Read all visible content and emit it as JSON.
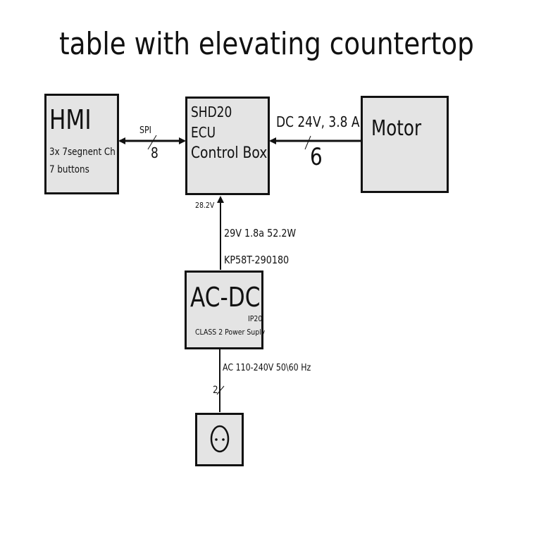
{
  "title": "table with elevating countertop",
  "hmi": {
    "name": "HMI",
    "line1": "3x 7segnent Ch",
    "line2": "7 buttons"
  },
  "ecu": {
    "line1": "SHD20",
    "line2": "ECU",
    "line3": "Control Box"
  },
  "motor": {
    "name": "Motor"
  },
  "acdc": {
    "name": "AC-DC",
    "rating": "IP20",
    "description": "CLASS 2 Power Suply"
  },
  "links": {
    "hmi_ecu": {
      "label": "SPI",
      "count": "8"
    },
    "ecu_motor": {
      "label": "DC 24V, 3.8 A",
      "count": "6"
    },
    "acdc_ecu": {
      "voltage_tap": "28.2V",
      "spec": "29V 1.8a  52.2W",
      "model": "KP58T-290180"
    },
    "outlet_acdc": {
      "label": "AC 110-240V  50\\60 Hz",
      "count": "2"
    }
  }
}
